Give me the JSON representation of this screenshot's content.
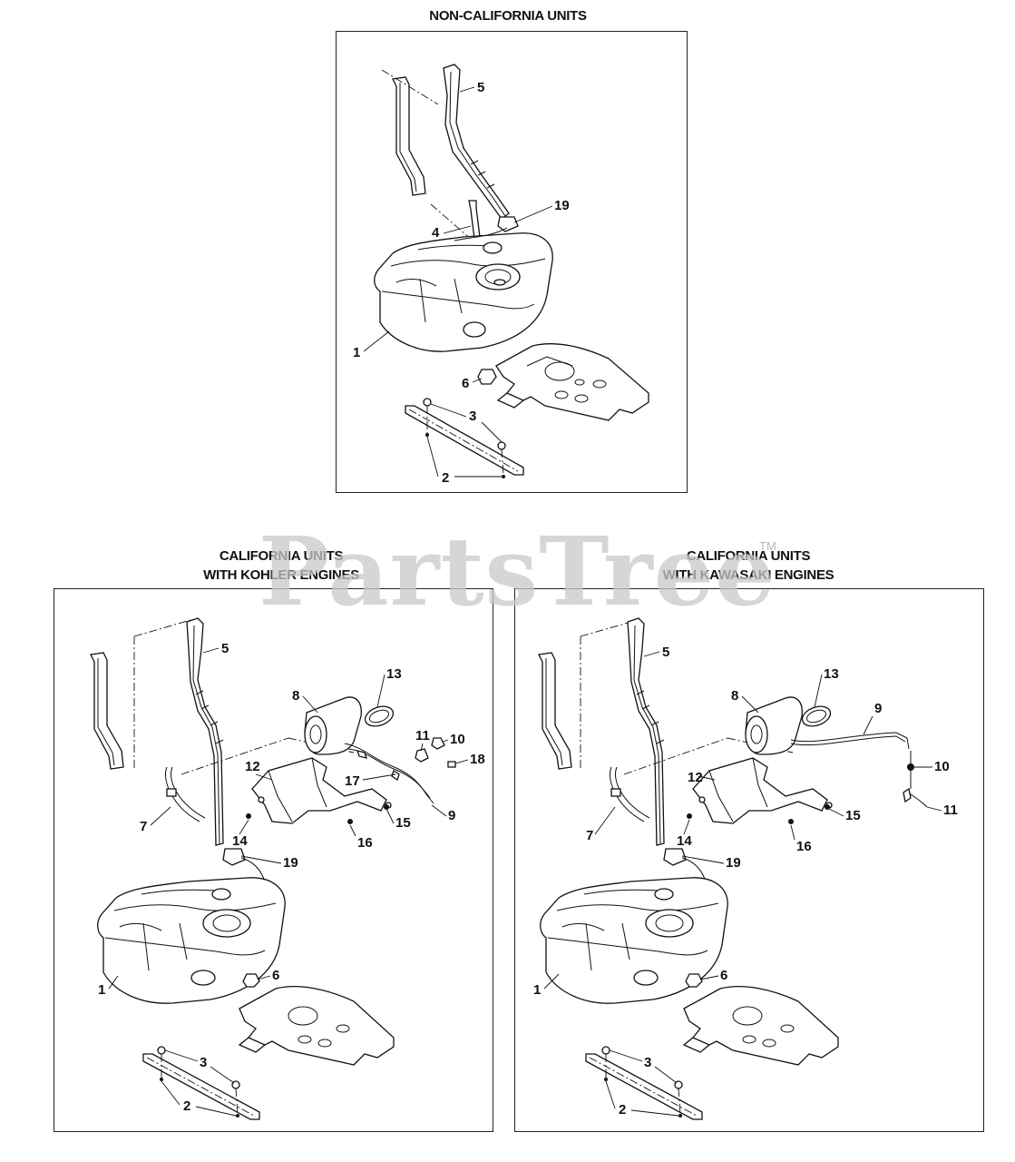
{
  "titles": {
    "non_california": "NON-CALIFORNIA UNITS",
    "kohler_line1": "CALIFORNIA UNITS",
    "kohler_line2": "WITH KOHLER ENGINES",
    "kawasaki_line1": "CALIFORNIA UNITS",
    "kawasaki_line2": "WITH KAWASAKI ENGINES"
  },
  "watermark": {
    "text": "PartsTree",
    "tm": "TM"
  },
  "callouts": {
    "top": [
      "5",
      "19",
      "4",
      "1",
      "6",
      "3",
      "2"
    ],
    "kohler": [
      "5",
      "13",
      "8",
      "11",
      "10",
      "18",
      "12",
      "17",
      "7",
      "15",
      "9",
      "14",
      "16",
      "19",
      "1",
      "6",
      "3",
      "2"
    ],
    "kawasaki": [
      "5",
      "13",
      "8",
      "9",
      "12",
      "10",
      "7",
      "15",
      "11",
      "14",
      "16",
      "19",
      "1",
      "6",
      "3",
      "2"
    ]
  }
}
